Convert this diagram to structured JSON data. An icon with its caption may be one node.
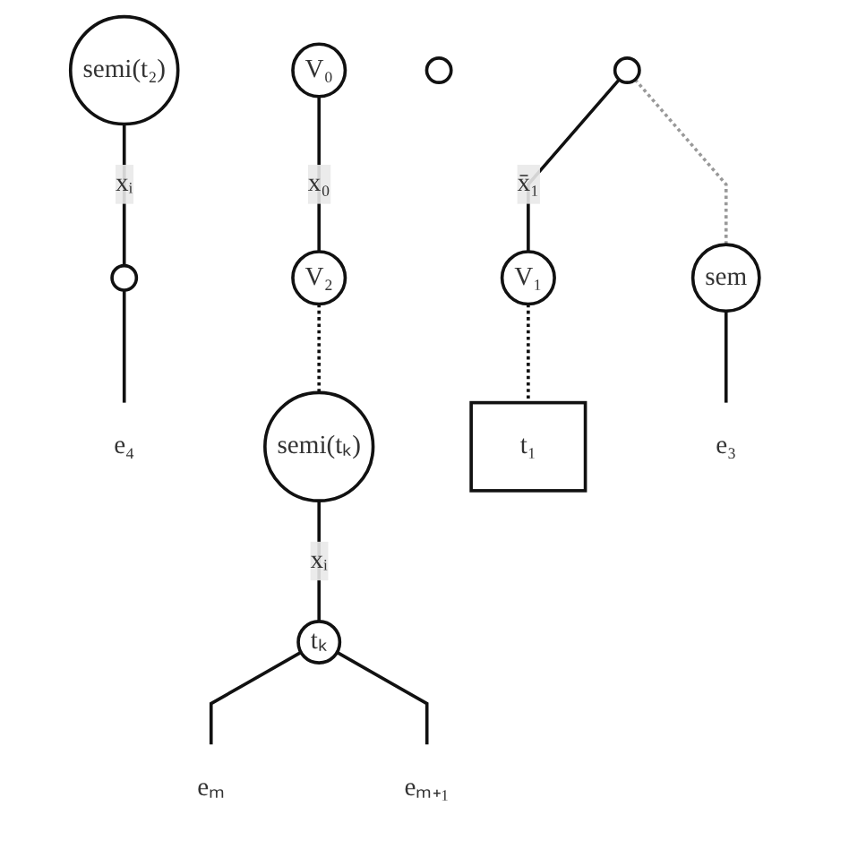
{
  "diagram": {
    "nodes": [
      {
        "text": [
          "V₀"
        ]
      },
      {
        "text": [
          "V₂"
        ]
      },
      {
        "text": [
          "semi(t₂)"
        ]
      },
      {
        "text": [],
        "shape": "circle"
      },
      {
        "text": [
          "e₄"
        ]
      },
      {
        "text": [
          "semi(tₖ)"
        ]
      },
      {
        "text": [
          "tₖ"
        ]
      },
      {
        "text": [
          "eₘ"
        ]
      },
      {
        "text": [
          "eₘ₊₁"
        ]
      },
      {
        "text": [],
        "shape": "circle"
      },
      {
        "text": [],
        "shape": "circle"
      },
      {
        "text": [
          "V₁"
        ]
      },
      {
        "text": [
          "t₁"
        ]
      },
      {
        "text": [
          "sem"
        ]
      },
      {
        "text": [
          "e₃"
        ]
      }
    ],
    "edges": [
      {
        "from": 0,
        "to": 1,
        "arrow": "none",
        "label": "x₀"
      },
      {
        "from": 1,
        "to": 5,
        "arrow": "none",
        "style": "dashed"
      },
      {
        "from": 2,
        "to": 3,
        "arrow": "none",
        "label": "xᵢ"
      },
      {
        "from": 3,
        "to": 4,
        "arrow": "none"
      },
      {
        "from": 5,
        "to": 6,
        "arrow": "none",
        "label": "xᵢ"
      },
      {
        "from": 6,
        "to": 7,
        "arrow": "none"
      },
      {
        "from": 6,
        "to": 8,
        "arrow": "none"
      },
      {
        "from": 10,
        "to": 11,
        "arrow": "none",
        "label": "x̄₁"
      },
      {
        "from": 11,
        "to": 12,
        "arrow": "none",
        "style": "dashed"
      },
      {
        "from": 10,
        "to": 13,
        "arrow": "none",
        "style": "dashed",
        "color": "#999999"
      },
      {
        "from": 13,
        "to": 14,
        "arrow": "none"
      }
    ]
  }
}
